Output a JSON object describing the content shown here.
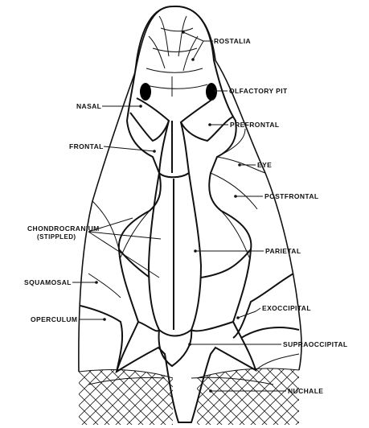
{
  "labels": {
    "rostalia": "ROSTALIA",
    "olfactory_pit": "OLFACTORY PIT",
    "nasal": "NASAL",
    "prefrontal": "PREFRONTAL",
    "frontal": "FRONTAL",
    "eye": "EYE",
    "postfrontal": "POSTFRONTAL",
    "chondrocranium_line1": "CHONDROCRANIUM",
    "chondrocranium_line2": "(STIPPLED)",
    "parietal": "PARIETAL",
    "squamosal": "SQUAMOSAL",
    "operculum": "OPERCULUM",
    "exoccipital": "EXOCCIPITAL",
    "supraoccipital": "SUPRAOCCIPITAL",
    "nuchale": "NUCHALE"
  },
  "colors": {
    "ink": "#111111",
    "stipple": "#8f8f8f",
    "background": "#ffffff"
  }
}
